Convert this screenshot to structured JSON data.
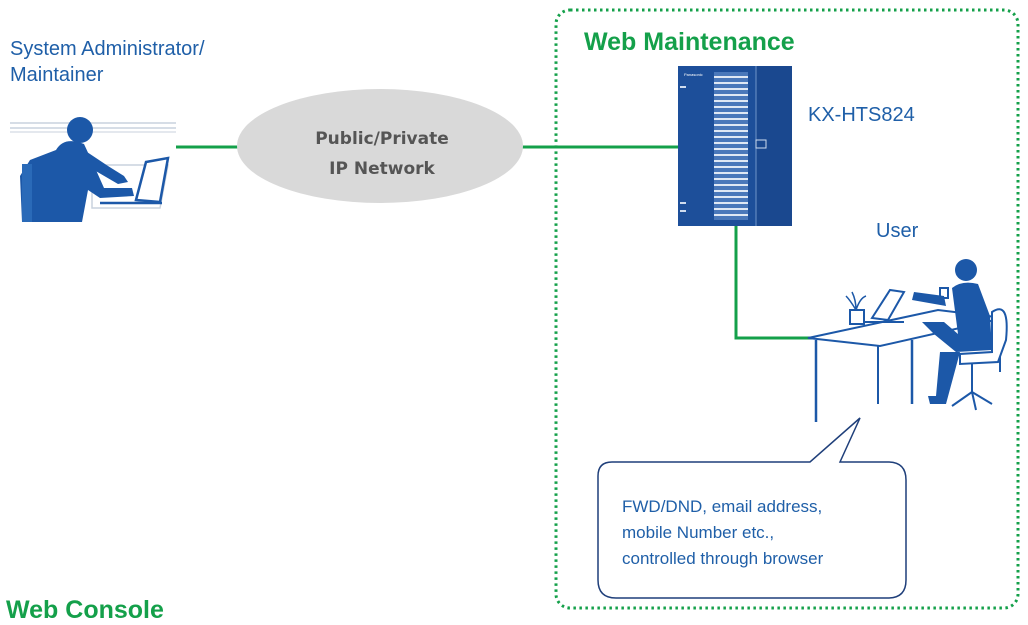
{
  "admin": {
    "line1": "System Administrator/",
    "line2": "Maintainer"
  },
  "web_maintenance": {
    "title": "Web Maintenance"
  },
  "network": {
    "line1": "Public/Private",
    "line2": "IP Network"
  },
  "device": {
    "model": "KX-HTS824",
    "brand": "Panasonic"
  },
  "user": {
    "label": "User"
  },
  "callout": {
    "lines": [
      "FWD/DND, email address,",
      "mobile Number etc.,",
      "controlled through browser"
    ]
  },
  "web_console": {
    "title": "Web Console"
  },
  "colors": {
    "link_green": "#14a04a",
    "label_blue": "#1f5fa8",
    "device_blue": "#1d4f9a",
    "person_blue": "#1c58a8",
    "network_gray": "#d9d9d9"
  }
}
